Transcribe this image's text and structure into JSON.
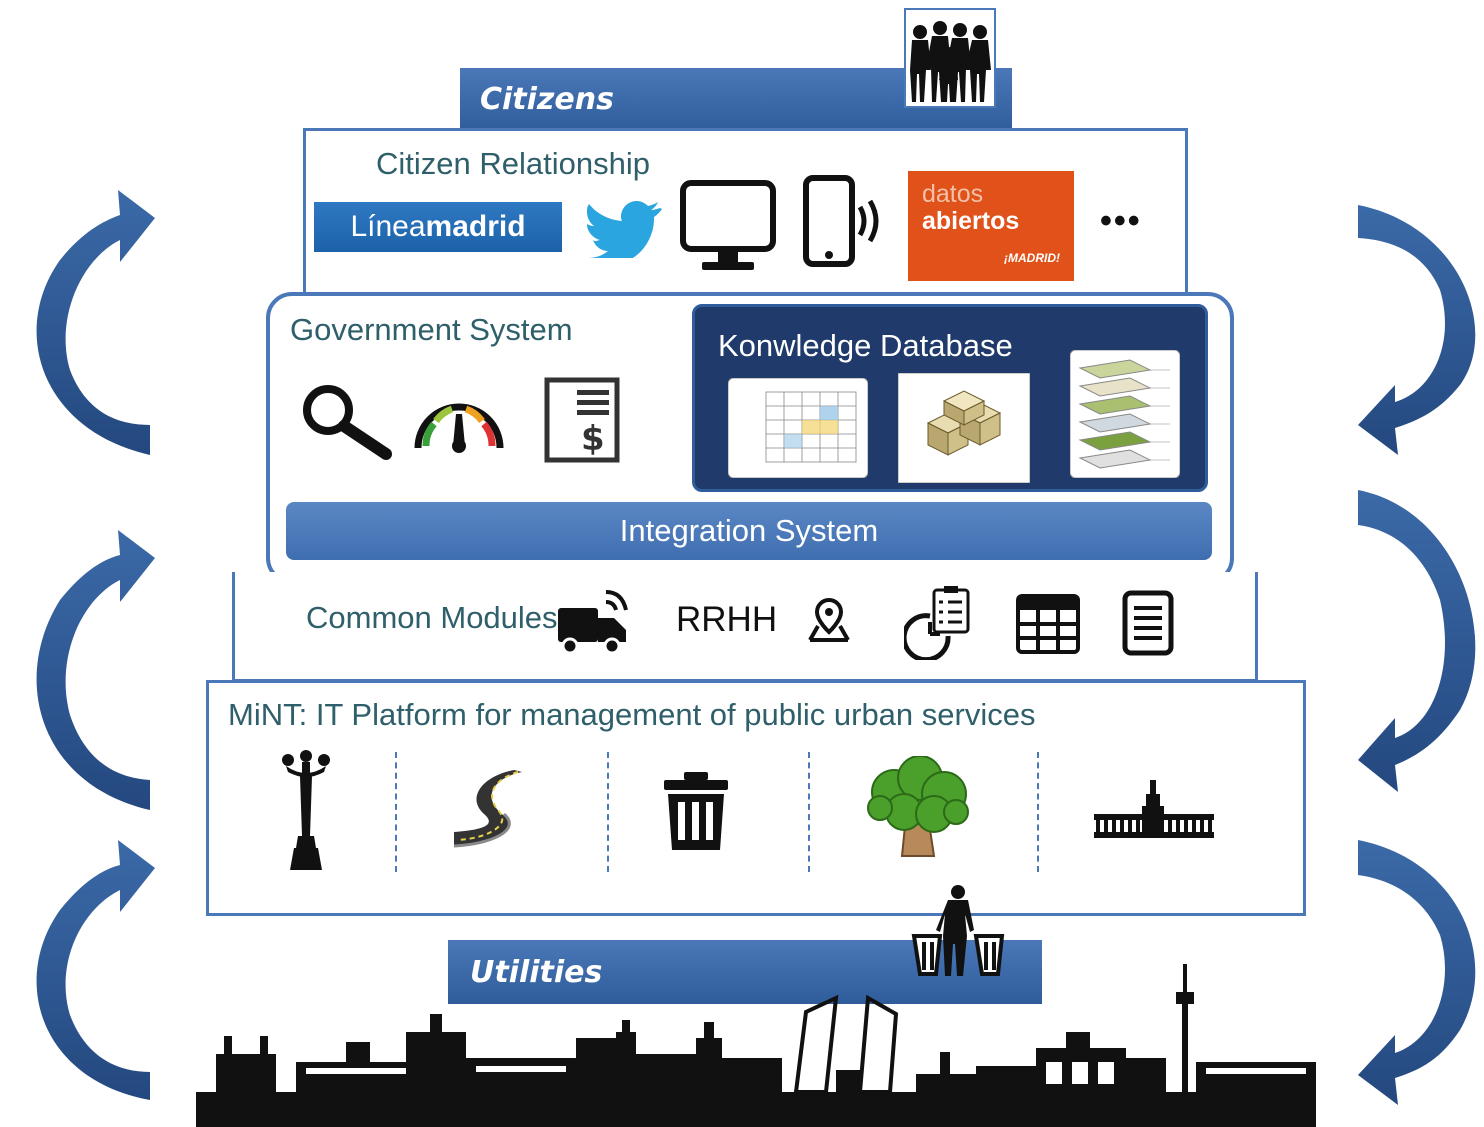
{
  "citizens_label": "Citizens",
  "utilities_label": "Utilities",
  "citizen_relationship": {
    "title": "Citizen Relationship",
    "linea_madrid": {
      "prefix": "Línea",
      "bold": "madrid"
    },
    "datos_abiertos": {
      "line1": "datos",
      "line2": "abiertos",
      "logo": "¡MADRID!"
    },
    "more": "•••"
  },
  "government_system": {
    "title": "Government System"
  },
  "knowledge_database": {
    "title": "Konwledge Database"
  },
  "integration_system": {
    "label": "Integration System"
  },
  "common_modules": {
    "title": "Common Modules",
    "rrhh": "RRHH"
  },
  "mint": {
    "title": "MiNT: IT Platform for management of public urban services"
  },
  "colors": {
    "primary_blue": "#4a78b8",
    "dark_navy": "#1f3a6b",
    "teal_text": "#2f5f6a",
    "datos_orange": "#e0521a"
  }
}
